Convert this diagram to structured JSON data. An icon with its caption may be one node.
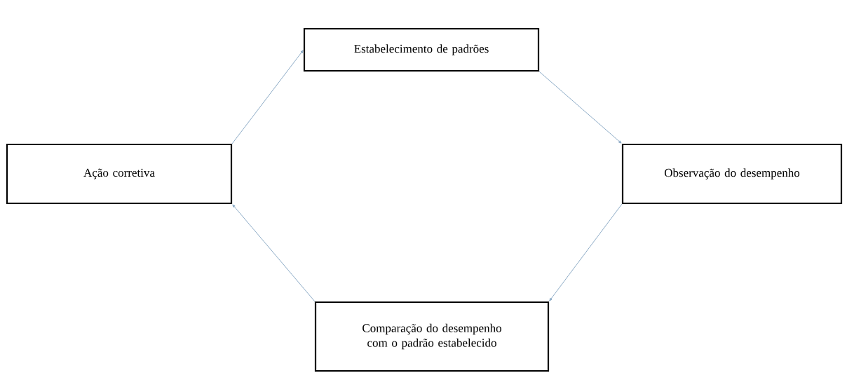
{
  "diagram": {
    "nodes": [
      {
        "text": [
          "Estabelecimento de padrões"
        ]
      },
      {
        "text": [
          "Observação do desempenho"
        ]
      },
      {
        "text": [
          "Comparação do desempenho com o padrão estabelecido"
        ]
      },
      {
        "text": [
          "Ação corretiva"
        ]
      }
    ],
    "edges": [
      {
        "from": 0,
        "to": 1,
        "arrow": "to"
      },
      {
        "from": 1,
        "to": 2,
        "arrow": "to"
      },
      {
        "from": 2,
        "to": 3,
        "arrow": "to"
      },
      {
        "from": 3,
        "to": 0,
        "arrow": "to"
      }
    ]
  }
}
